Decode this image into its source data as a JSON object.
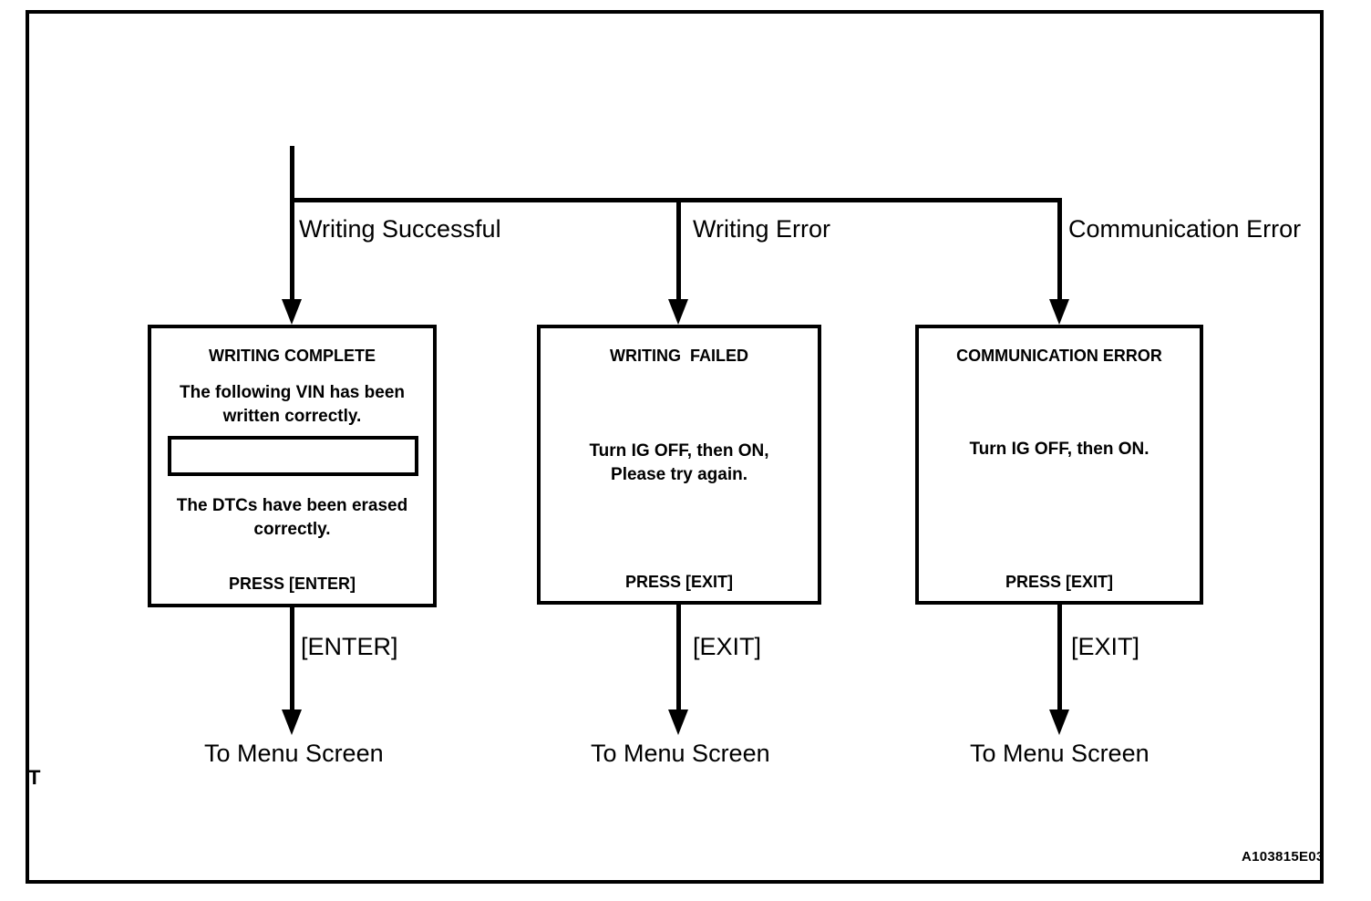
{
  "figure": {
    "id": "A103815E03",
    "margin_marker": "T"
  },
  "branches": [
    {
      "label": "Writing Successful"
    },
    {
      "label": "Writing Error"
    },
    {
      "label": "Communication Error"
    }
  ],
  "screens": [
    {
      "title": "WRITING COMPLETE",
      "body_line1": "The following VIN has been",
      "body_line2": "written correctly.",
      "vin_value": "",
      "body_line3": "The DTCs have been erased",
      "body_line4": "correctly.",
      "footer": "PRESS [ENTER]"
    },
    {
      "title": "WRITING  FAILED",
      "body_line1": "Turn IG OFF, then ON,",
      "body_line2": "Please try again.",
      "footer": "PRESS [EXIT]"
    },
    {
      "title": "COMMUNICATION ERROR",
      "body_line1": "Turn IG OFF, then ON.",
      "footer": "PRESS [EXIT]"
    }
  ],
  "exits": [
    {
      "key": "[ENTER]",
      "destination": "To Menu Screen"
    },
    {
      "key": "[EXIT]",
      "destination": "To Menu Screen"
    },
    {
      "key": "[EXIT]",
      "destination": "To Menu Screen"
    }
  ]
}
